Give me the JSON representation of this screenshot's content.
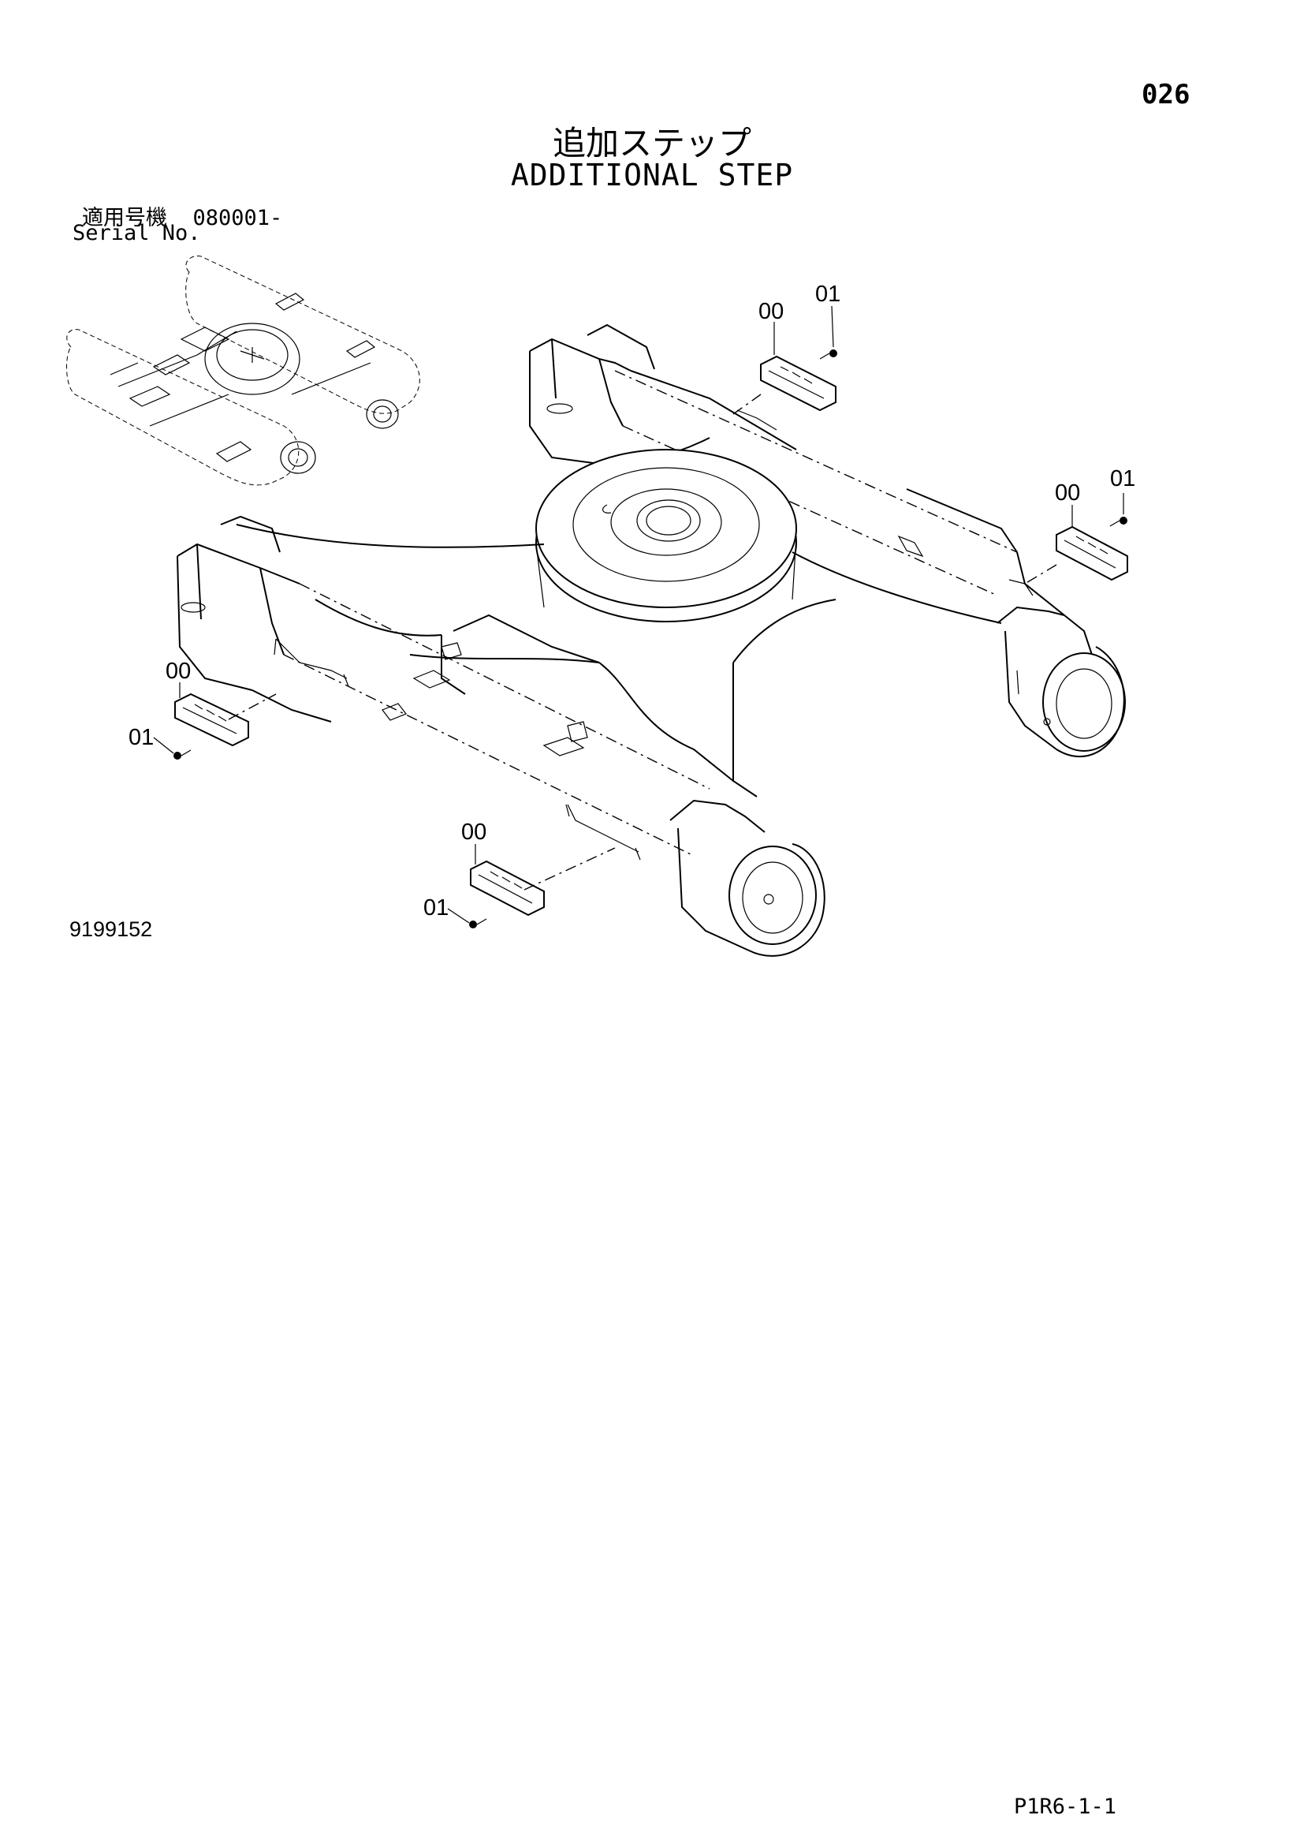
{
  "page": {
    "number": "026",
    "title_jp": "追加ステップ",
    "title_en": "ADDITIONAL STEP",
    "serial_label_jp": "適用号機",
    "serial_value": "080001-",
    "serial_label_en": "Serial No.",
    "drawing_number": "9199152",
    "footer_code": "P1R6-1-1"
  },
  "callouts": [
    {
      "id": "step-rear-right",
      "label": "00"
    },
    {
      "id": "bolt-rear-right",
      "label": "01"
    },
    {
      "id": "step-front-right",
      "label": "00"
    },
    {
      "id": "bolt-front-right",
      "label": "01"
    },
    {
      "id": "step-rear-left",
      "label": "00"
    },
    {
      "id": "bolt-rear-left",
      "label": "01"
    },
    {
      "id": "step-front-left",
      "label": "00"
    },
    {
      "id": "bolt-front-left",
      "label": "01"
    }
  ]
}
